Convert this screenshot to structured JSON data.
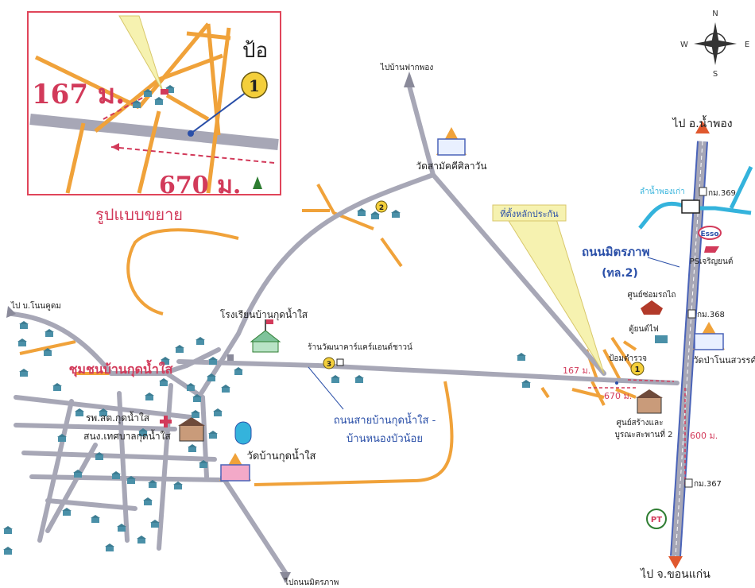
{
  "inset": {
    "caption": "รูปแบบขยาย",
    "distance_167": "167 ม.",
    "distance_670": "670 ม.",
    "marker_number": "1",
    "corner_text": "ป้อ"
  },
  "compass": {
    "north": "N",
    "south": "S",
    "east": "E",
    "west": "W"
  },
  "roads": {
    "to_nam_phong": "ไป อ.น้ำพอง",
    "to_khon_kaen": "ไป จ.ขอนแก่น",
    "to_fak_phong": "ไปบ้านฟากพอง",
    "to_non_muang": "ไป บ.โนนคูดม",
    "to_mittraphap": "ไปถนนมิตรภาพ",
    "mittraphap_name": "ถนนมิตรภาพ",
    "mittraphap_route": "(ทล.2)",
    "local_road_line1": "ถนนสายบ้านกุดน้ำใส -",
    "local_road_line2": "บ้านหนองบัวน้อย",
    "canal": "ลำน้ำพองเก่า"
  },
  "places": {
    "wat_sa": "วัดสามัคคีศิลาวัน",
    "school": "โรงเรียนบ้านกุดน้ำใส",
    "shop": "ร้านวัฒนาคาร์แคร์แอนด์ชาวน์",
    "community": "ชุมชนบ้านกุดน้ำใส",
    "hospital": "รพ.สต.กุดน้ำใส",
    "municipality": "สนง.เทศบาลกุดน้ำใส",
    "wat_kud": "วัดบ้านกุดน้ำใส",
    "wat_pa": "วัดป่าโนนสวรรค์",
    "pole_location": "ที่ตั้งหลักประกัน",
    "police_box": "ป้อมตำรวจ",
    "phone_booth": "ตู้ยนต์ไฟ",
    "service_center": "ศูนย์ซ่อมรถไถ",
    "ps_shop": "PSเจริญยนต์",
    "rebuild_center_1": "ศูนย์สร้างและ",
    "rebuild_center_2": "บูรณะสะพานที่ 2"
  },
  "km_markers": {
    "km369": "กม.369",
    "km368": "กม.368",
    "km367": "กม.367"
  },
  "distances": {
    "d167": "167 ม.",
    "d670": "670 ม.",
    "d600": "600 ม."
  },
  "markers": {
    "m1": "1",
    "m2": "2",
    "m3": "3"
  },
  "logos": {
    "esso": "Esso",
    "pt": "PT"
  },
  "colors": {
    "road_gray": "#a7a7b6",
    "road_orange": "#f0a23a",
    "highway_edge": "#4a63b8",
    "marker_yellow": "#f4cf3b",
    "distance_red": "#d23a5a",
    "label_blue": "#2a4fa8",
    "canal_cyan": "#34b3dc",
    "arrow_red": "#e0582e"
  }
}
